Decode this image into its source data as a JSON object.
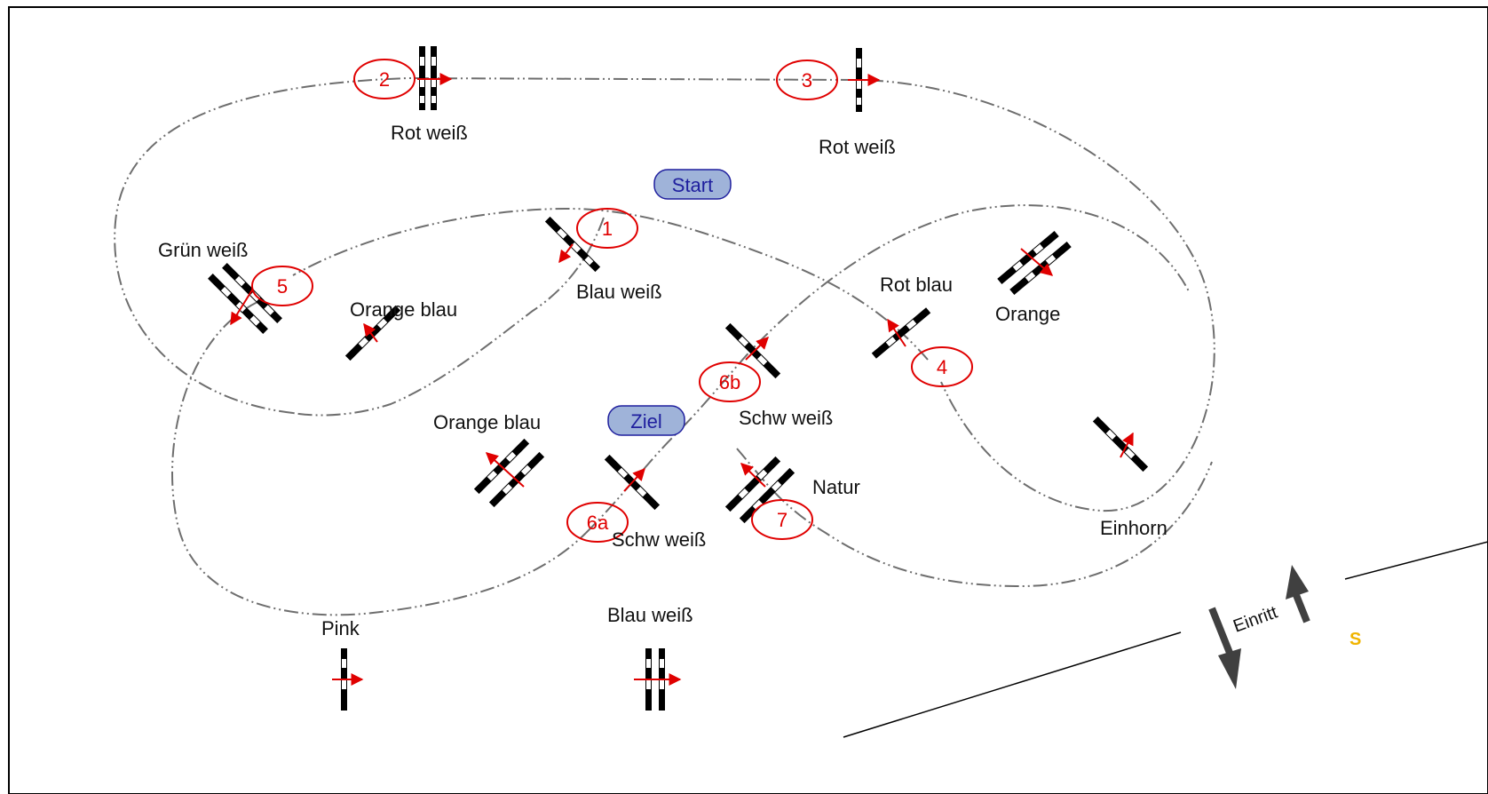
{
  "pills": {
    "start": "Start",
    "finish": "Ziel"
  },
  "obstacles": {
    "rot_weiss_1": "Rot weiß",
    "rot_weiss_2": "Rot weiß",
    "gruen_weiss": "Grün weiß",
    "blau_weiss_top": "Blau weiß",
    "orange_blau_top": "Orange blau",
    "rot_blau": "Rot blau",
    "orange": "Orange",
    "schw_weiss_upper": "Schw weiß",
    "orange_blau_low": "Orange blau",
    "natur": "Natur",
    "schw_weiss_lower": "Schw weiß",
    "einhorn": "Einhorn",
    "pink": "Pink",
    "blau_weiss_bottom": "Blau weiß"
  },
  "numbers": {
    "n1": "1",
    "n2": "2",
    "n3": "3",
    "n4": "4",
    "n5": "5",
    "n6a": "6a",
    "n6b": "6b",
    "n7": "7"
  },
  "entrance": {
    "label": "Einritt"
  },
  "corner_mark": "S",
  "colors": {
    "marker_red": "#e00000",
    "pill_fill": "#9fb3d9",
    "pill_stroke": "#1f1f9e",
    "arrow_grey": "#404040",
    "corner_mark": "#f0b400"
  }
}
